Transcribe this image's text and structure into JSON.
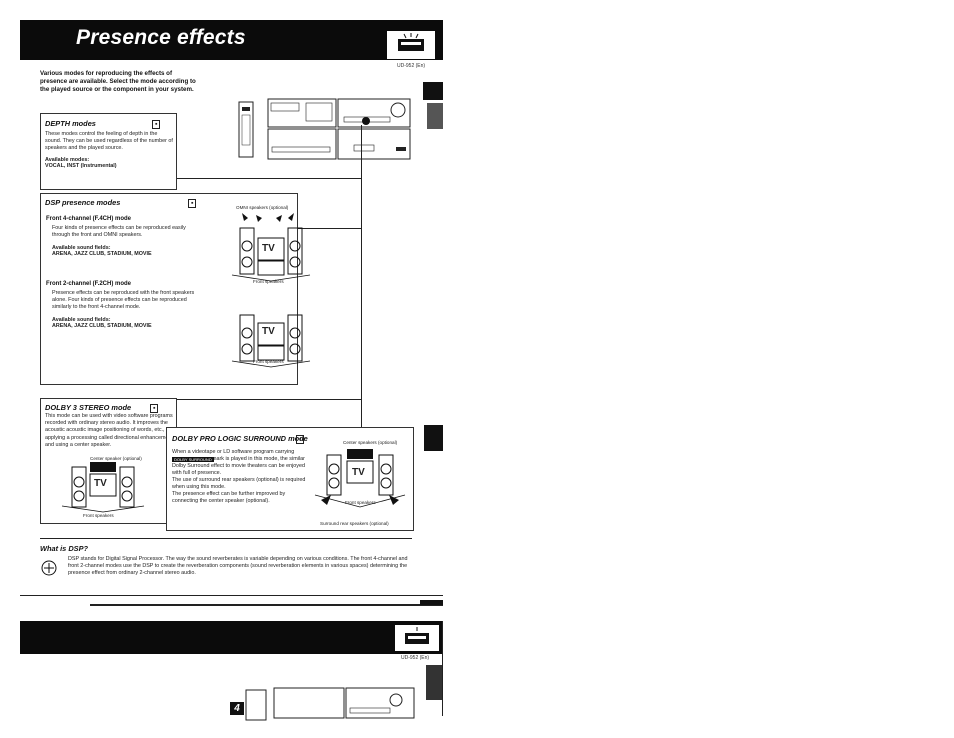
{
  "page": {
    "title": "Presence effects",
    "model_code_top": "UD-952 (En)",
    "model_code_bottom": "UD-952 (En)",
    "intro": "Various modes for reproducing the effects of presence are available. Select the mode according to the played source or the component in your system.",
    "page_number": "4"
  },
  "depth": {
    "title": "DEPTH modes",
    "body": "These modes control the feeling of depth in the sound. They can be used regardless of the number of speakers and the played source.",
    "available_label": "Available modes:",
    "available_values": "VOCAL, INST (Instrumental)"
  },
  "dsp": {
    "title": "DSP presence modes",
    "f4_head": "Front 4-channel (F.4CH) mode",
    "f4_body": "Four kinds of presence effects can be reproduced easily through the front and OMNI speakers.",
    "f4_available_label": "Available sound fields:",
    "f4_available_values": "ARENA, JAZZ CLUB, STADIUM, MOVIE",
    "f2_head": "Front 2-channel (F.2CH) mode",
    "f2_body": "Presence effects can be reproduced with the front speakers alone. Four kinds of presence effects can be reproduced similarly to the front 4-channel mode.",
    "f2_available_label": "Available sound fields:",
    "f2_available_values": "ARENA, JAZZ CLUB, STADIUM, MOVIE",
    "omni_label": "OMNI speakers (optional)",
    "front_label_1": "Front speakers",
    "front_label_2": "Front speakers",
    "tv": "TV"
  },
  "dolby3": {
    "title": "DOLBY 3 STEREO mode",
    "body": "This mode can be used with video software programs recorded with ordinary stereo audio. It improves the acoustic acoustic image positioning of words, etc., by applying a processing called directional enhancement and using a center speaker.",
    "center_label": "Center speaker (optional)",
    "front_label": "Front speakers",
    "tv": "TV"
  },
  "prologic": {
    "title": "DOLBY PRO LOGIC SURROUND mode",
    "body_1": "When a videotape or LD software program carrying",
    "badge": "DOLBY SURROUND",
    "body_2": "mark is played in this mode, the similar Dolby Surround effect to movie theaters can be enjoyed with full of presence.",
    "body_3": "The use of surround rear speakers (optional) is required when using this mode.",
    "body_4": "The presence effect can be further improved by connecting the center speaker (optional).",
    "center_label": "Center speakers (optional)",
    "front_label": "Front speakers",
    "rear_label": "Surround rear speakers (optional)",
    "tv": "TV"
  },
  "dsp_note": {
    "title": "What is DSP?",
    "body": "DSP stands for Digital Signal Processor. The way the sound reverberates is variable depending on various conditions. The front 4-channel and front 2-channel modes use the DSP to create the reverberation components (sound reverberation elements in various spaces) determining the presence effect from ordinary 2-channel stereo audio."
  }
}
